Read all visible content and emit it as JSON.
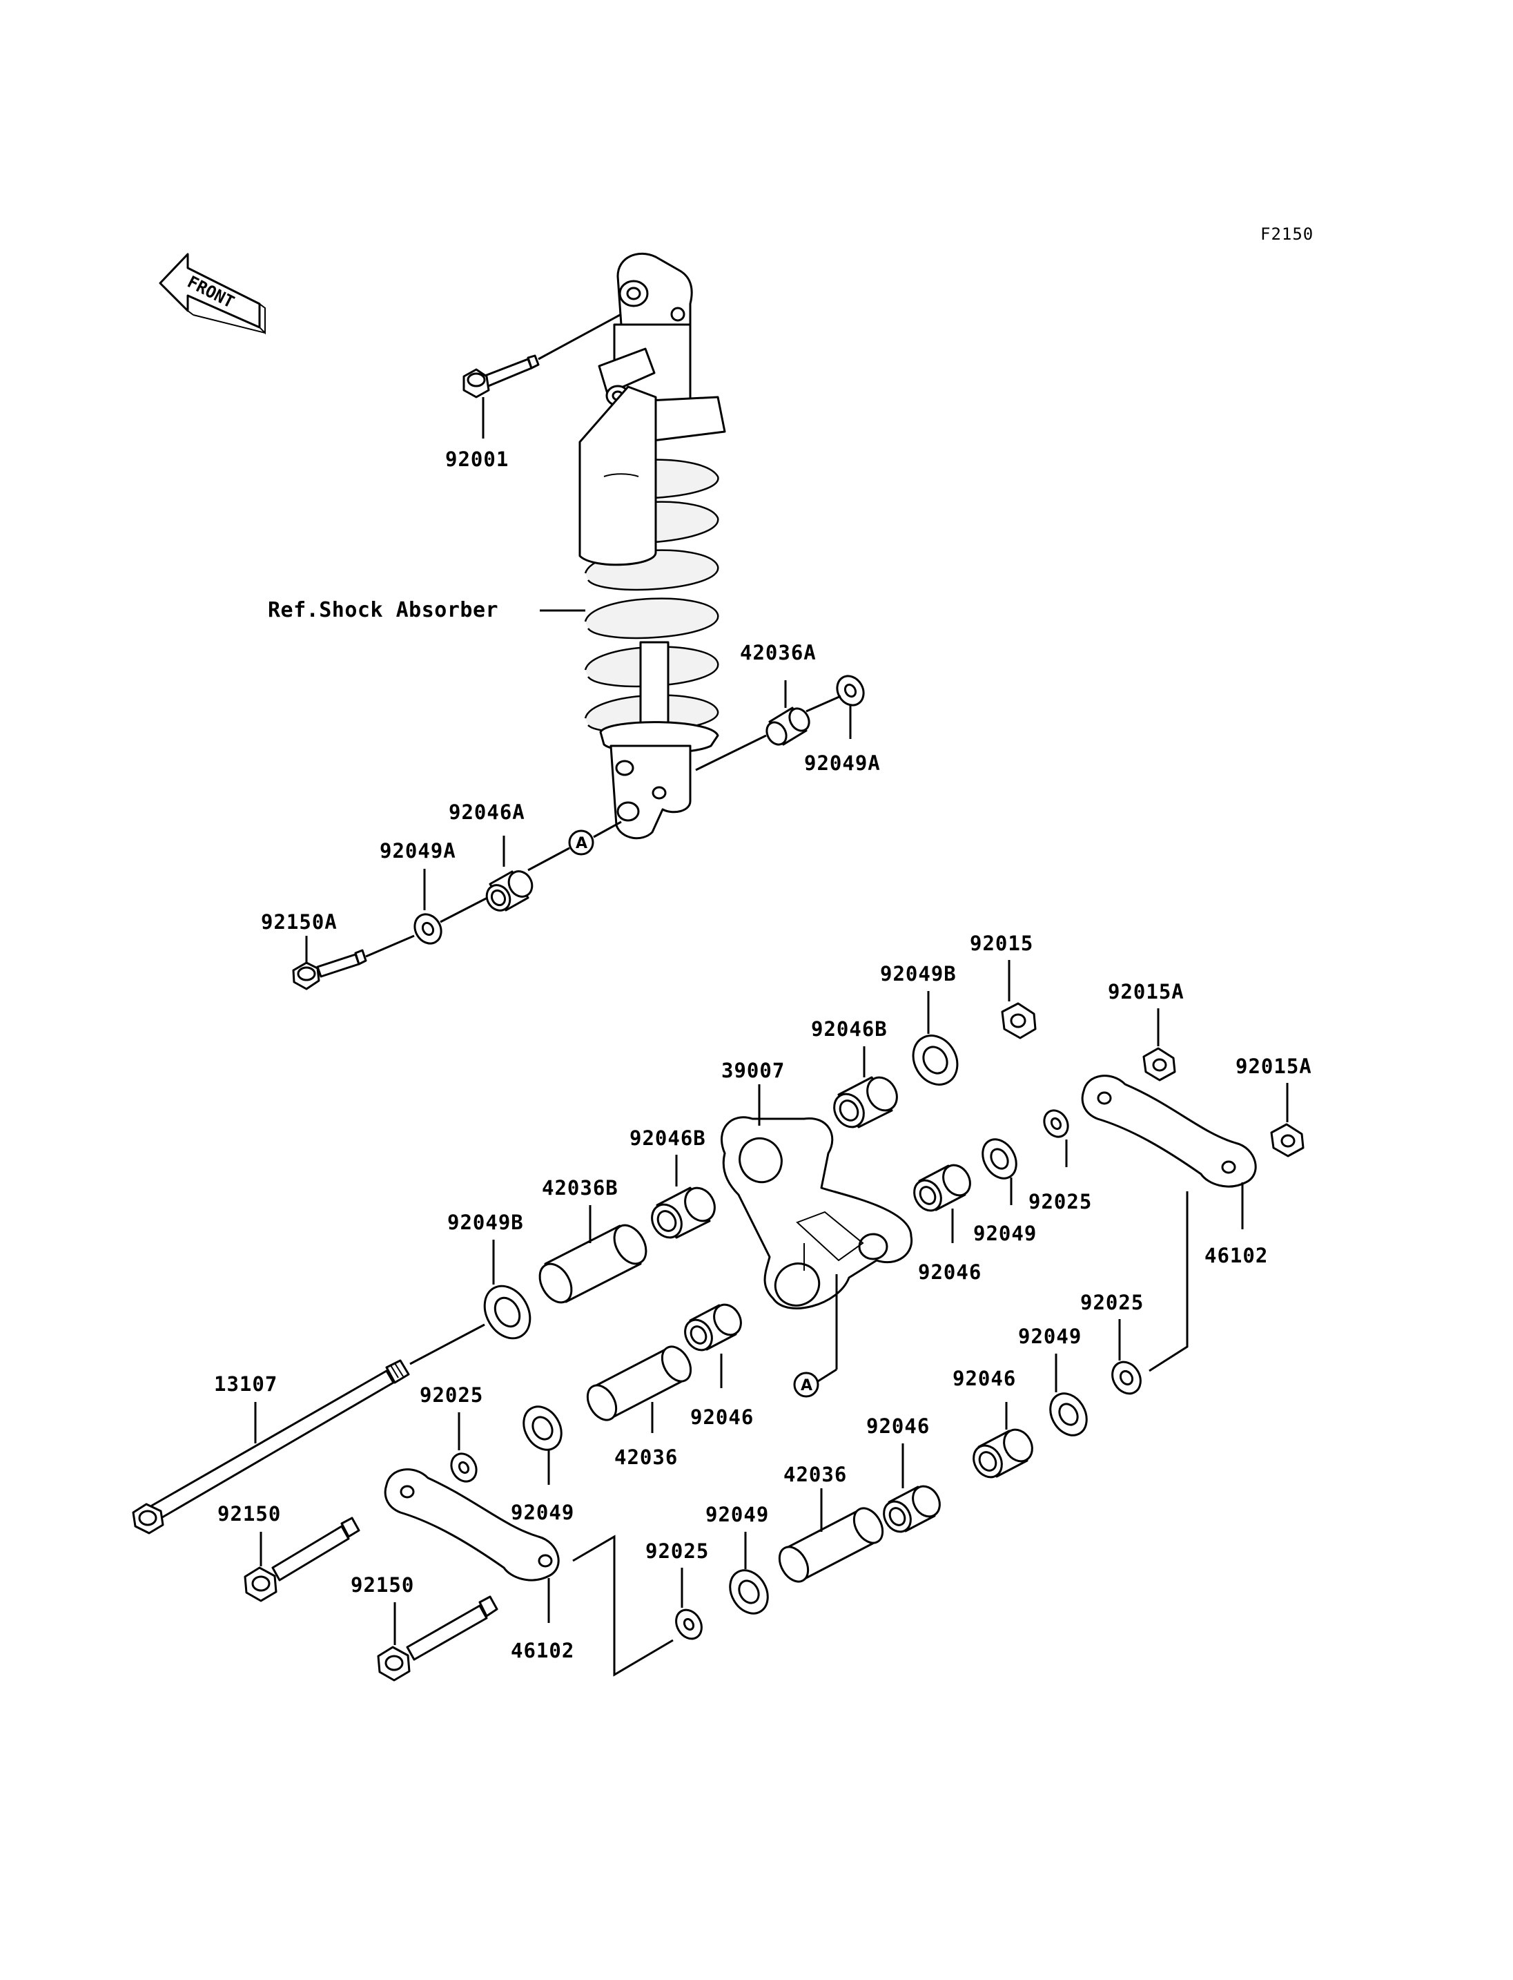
{
  "figure_code": "F2150",
  "front_label": "FRONT",
  "reference_label": "Ref.Shock Absorber",
  "callout_marker": "A",
  "part_labels": {
    "p92001": "92001",
    "p42036A": "42036A",
    "p92049A_right": "92049A",
    "p92046A": "92046A",
    "p92049A_left": "92049A",
    "p92150A": "92150A",
    "p92015": "92015",
    "p92049B_top": "92049B",
    "p92015A_1": "92015A",
    "p92046B_top": "92046B",
    "p92015A_2": "92015A",
    "p39007": "39007",
    "p92046B_left": "92046B",
    "p42036B": "42036B",
    "p92025_right": "92025",
    "p92049B_left": "92049B",
    "p92049_mid": "92049",
    "p92046_mid": "92046",
    "p46102_right": "46102",
    "p92025_mid": "92025",
    "p92049_right": "92049",
    "p13107": "13107",
    "p92046_center": "92046",
    "p92025_left": "92025",
    "p92046_lowright": "92046",
    "p42036_center": "42036",
    "p92046_low": "92046",
    "p42036_low": "42036",
    "p92150_1": "92150",
    "p92049_left": "92049",
    "p92049_low": "92049",
    "p92150_2": "92150",
    "p92025_low": "92025",
    "p46102_left": "46102"
  }
}
